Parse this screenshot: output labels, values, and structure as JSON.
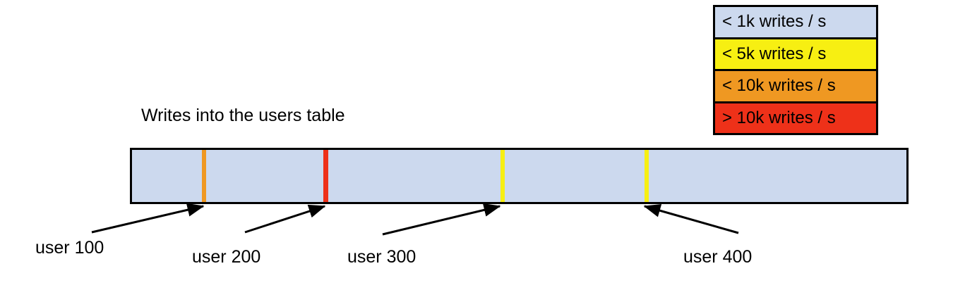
{
  "chart_data": {
    "type": "bar",
    "title": "Writes into the users table",
    "xlabel": "",
    "ylabel": "",
    "orientation": "horizontal",
    "description": "A single horizontal bar representing the users table, shaded by write rate, with colored stripes marking hot rows at user boundaries.",
    "base_color": "#ccd9ee",
    "base_category": "< 1k writes / s",
    "range_start": 0,
    "range_end": 500,
    "markers": [
      {
        "label": "user 100",
        "value": 100,
        "color": "#ef9822",
        "category": "< 10k writes / s",
        "position_pct": 9.5
      },
      {
        "label": "user 200",
        "value": 200,
        "color": "#ee3119",
        "category": "> 10k writes / s",
        "position_pct": 25.1
      },
      {
        "label": "user 300",
        "value": 300,
        "color": "#f7ef12",
        "category": "< 5k writes / s",
        "position_pct": 47.6
      },
      {
        "label": "user 400",
        "value": 400,
        "color": "#f7ef12",
        "category": "< 5k writes / s",
        "position_pct": 66.1
      }
    ],
    "legend": {
      "position": "top-right",
      "entries": [
        {
          "label": "< 1k writes / s",
          "color": "#ccd9ee"
        },
        {
          "label": "< 5k writes / s",
          "color": "#f7ef12"
        },
        {
          "label": "< 10k writes / s",
          "color": "#ef9822"
        },
        {
          "label": "> 10k writes / s",
          "color": "#ee3119"
        }
      ]
    }
  },
  "colors": {
    "outline": "#000000",
    "background": "#ffffff",
    "blue": "#ccd9ee",
    "yellow": "#f7ef12",
    "orange": "#ef9822",
    "red": "#ee3119"
  }
}
